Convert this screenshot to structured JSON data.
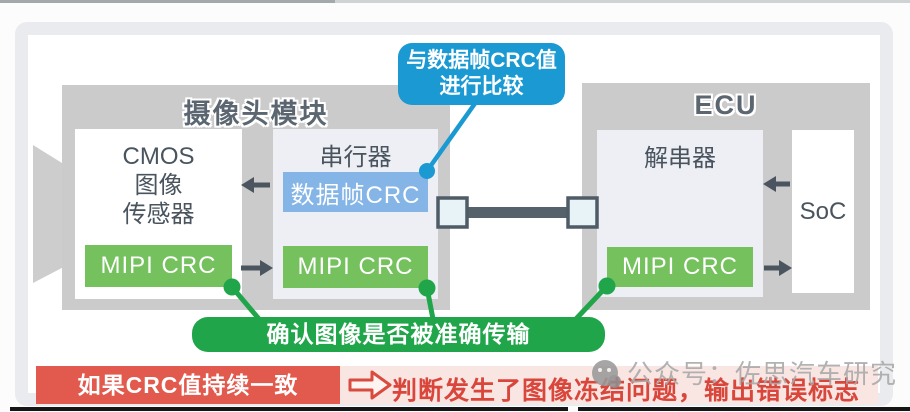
{
  "diagram": {
    "camera_module": {
      "title": "摄像头模块",
      "cmos_sensor": {
        "line1": "CMOS",
        "line2": "图像",
        "line3": "传感器",
        "mipi_crc": "MIPI CRC"
      },
      "serializer": {
        "title": "串行器",
        "data_frame_crc": "数据帧CRC",
        "mipi_crc": "MIPI CRC"
      }
    },
    "ecu": {
      "title": "ECU",
      "deserializer": {
        "title": "解串器",
        "mipi_crc": "MIPI CRC"
      },
      "soc": {
        "label": "SoC"
      }
    },
    "callouts": {
      "compare": {
        "line1": "与数据帧CRC值",
        "line2": "进行比较"
      },
      "confirm": {
        "text": "确认图像是否被准确传输"
      }
    },
    "conclusion": {
      "condition": "如果CRC值持续一致",
      "result": "判断发生了图像冻结问题，输出错误标志"
    },
    "watermark": {
      "text": "公众号：佐思汽车研究"
    },
    "colors": {
      "module_gray": "#cbcbcb",
      "inner_panel": "#edeff4",
      "callout_blue": "#1a99d3",
      "crc_blue": "#84b5e6",
      "mipi_green": "#74c15d",
      "callout_green": "#21a54b",
      "condition_red": "#e25a4e",
      "result_band_pink": "#f9e6e2",
      "result_text_red": "#d8463c",
      "arrow_dark": "#4a5560",
      "cable_dark": "#55616b"
    }
  }
}
